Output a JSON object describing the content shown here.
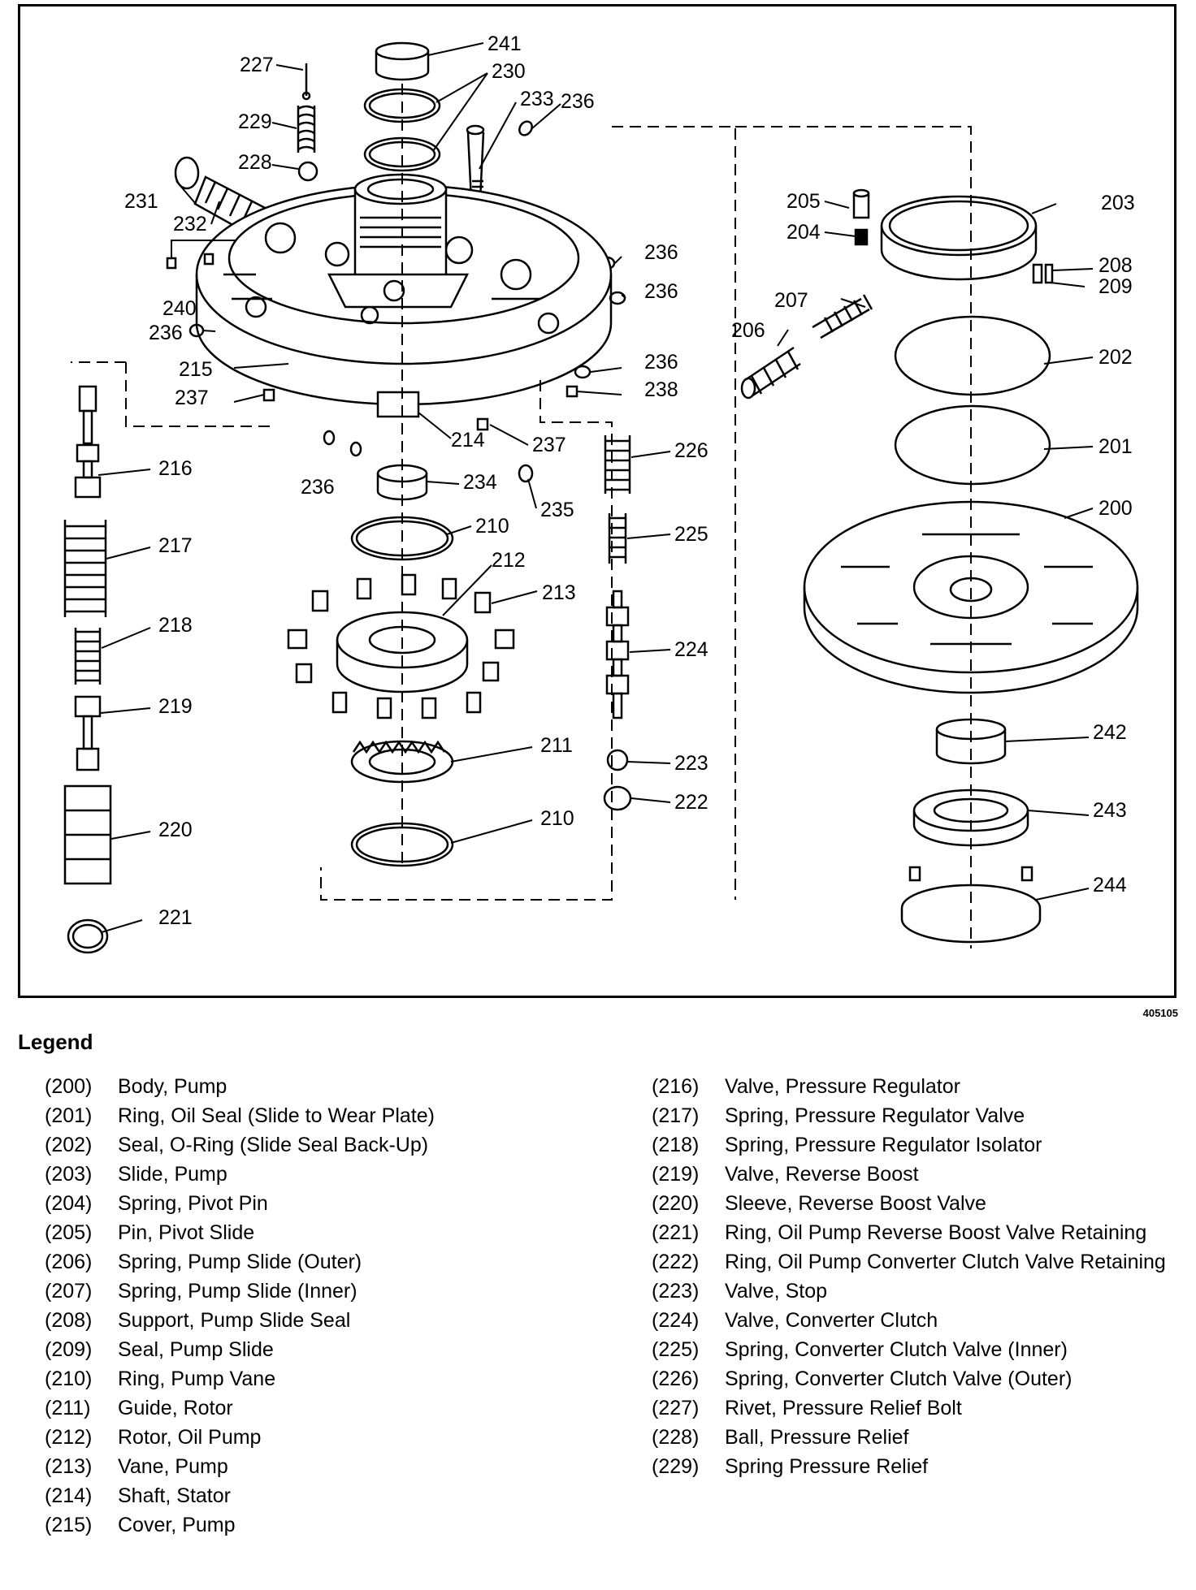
{
  "figure_id": "405105",
  "legend_title": "Legend",
  "callouts": [
    "200",
    "201",
    "202",
    "203",
    "204",
    "205",
    "206",
    "207",
    "208",
    "209",
    "210",
    "210",
    "211",
    "212",
    "213",
    "214",
    "215",
    "216",
    "217",
    "218",
    "219",
    "220",
    "221",
    "222",
    "223",
    "224",
    "225",
    "226",
    "227",
    "228",
    "229",
    "230",
    "231",
    "232",
    "233",
    "234",
    "235",
    "236",
    "236",
    "236",
    "236",
    "236",
    "236",
    "237",
    "237",
    "238",
    "240",
    "241",
    "242",
    "243",
    "244"
  ],
  "legend_left": [
    {
      "num": "(200)",
      "desc": "Body, Pump"
    },
    {
      "num": "(201)",
      "desc": "Ring, Oil Seal (Slide to Wear Plate)"
    },
    {
      "num": "(202)",
      "desc": "Seal, O-Ring (Slide Seal Back-Up)"
    },
    {
      "num": "(203)",
      "desc": "Slide, Pump"
    },
    {
      "num": "(204)",
      "desc": "Spring, Pivot Pin"
    },
    {
      "num": "(205)",
      "desc": "Pin, Pivot Slide"
    },
    {
      "num": "(206)",
      "desc": "Spring, Pump Slide (Outer)"
    },
    {
      "num": "(207)",
      "desc": "Spring, Pump Slide (Inner)"
    },
    {
      "num": "(208)",
      "desc": "Support, Pump Slide Seal"
    },
    {
      "num": "(209)",
      "desc": "Seal, Pump Slide"
    },
    {
      "num": "(210)",
      "desc": "Ring, Pump Vane"
    },
    {
      "num": "(211)",
      "desc": "Guide, Rotor"
    },
    {
      "num": "(212)",
      "desc": "Rotor, Oil Pump"
    },
    {
      "num": "(213)",
      "desc": "Vane, Pump"
    },
    {
      "num": "(214)",
      "desc": "Shaft, Stator"
    },
    {
      "num": "(215)",
      "desc": "Cover, Pump"
    }
  ],
  "legend_right": [
    {
      "num": "(216)",
      "desc": "Valve, Pressure Regulator"
    },
    {
      "num": "(217)",
      "desc": "Spring, Pressure Regulator Valve"
    },
    {
      "num": "(218)",
      "desc": "Spring, Pressure Regulator Isolator"
    },
    {
      "num": "(219)",
      "desc": "Valve, Reverse Boost"
    },
    {
      "num": "(220)",
      "desc": "Sleeve, Reverse Boost Valve"
    },
    {
      "num": "(221)",
      "desc": "Ring, Oil Pump Reverse Boost Valve Retaining"
    },
    {
      "num": "(222)",
      "desc": "Ring, Oil Pump Converter Clutch Valve Retaining"
    },
    {
      "num": "(223)",
      "desc": "Valve, Stop"
    },
    {
      "num": "(224)",
      "desc": "Valve, Converter Clutch"
    },
    {
      "num": "(225)",
      "desc": "Spring, Converter Clutch Valve (Inner)"
    },
    {
      "num": "(226)",
      "desc": "Spring, Converter Clutch Valve (Outer)"
    },
    {
      "num": "(227)",
      "desc": "Rivet, Pressure Relief Bolt"
    },
    {
      "num": "(228)",
      "desc": "Ball, Pressure Relief"
    },
    {
      "num": "(229)",
      "desc": "Spring Pressure Relief"
    }
  ]
}
